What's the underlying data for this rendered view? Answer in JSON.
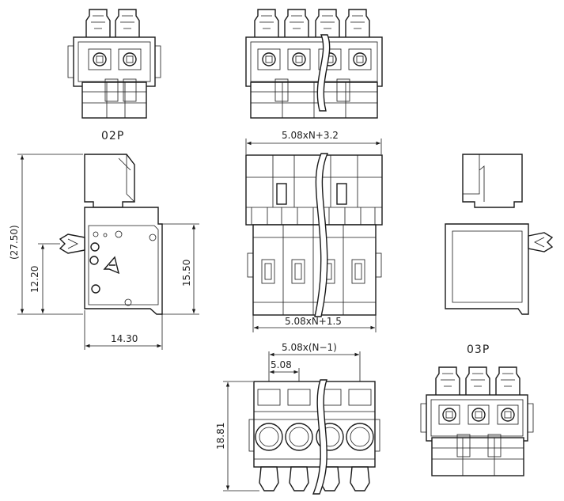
{
  "labels": {
    "view_02p": "02P",
    "view_03p": "03P",
    "height_27_50": "(27.50)",
    "height_12_20": "12.20",
    "height_15_50": "15.50",
    "width_14_30": "14.30",
    "width_top_formula": "5.08xN+3.2",
    "width_bottom_formula": "5.08xN+1.5",
    "pitch_formula": "5.08x(N−1)",
    "pitch": "5.08",
    "height_18_81": "18.81"
  },
  "colors": {
    "line": "#1a1a1a",
    "background": "#ffffff"
  }
}
